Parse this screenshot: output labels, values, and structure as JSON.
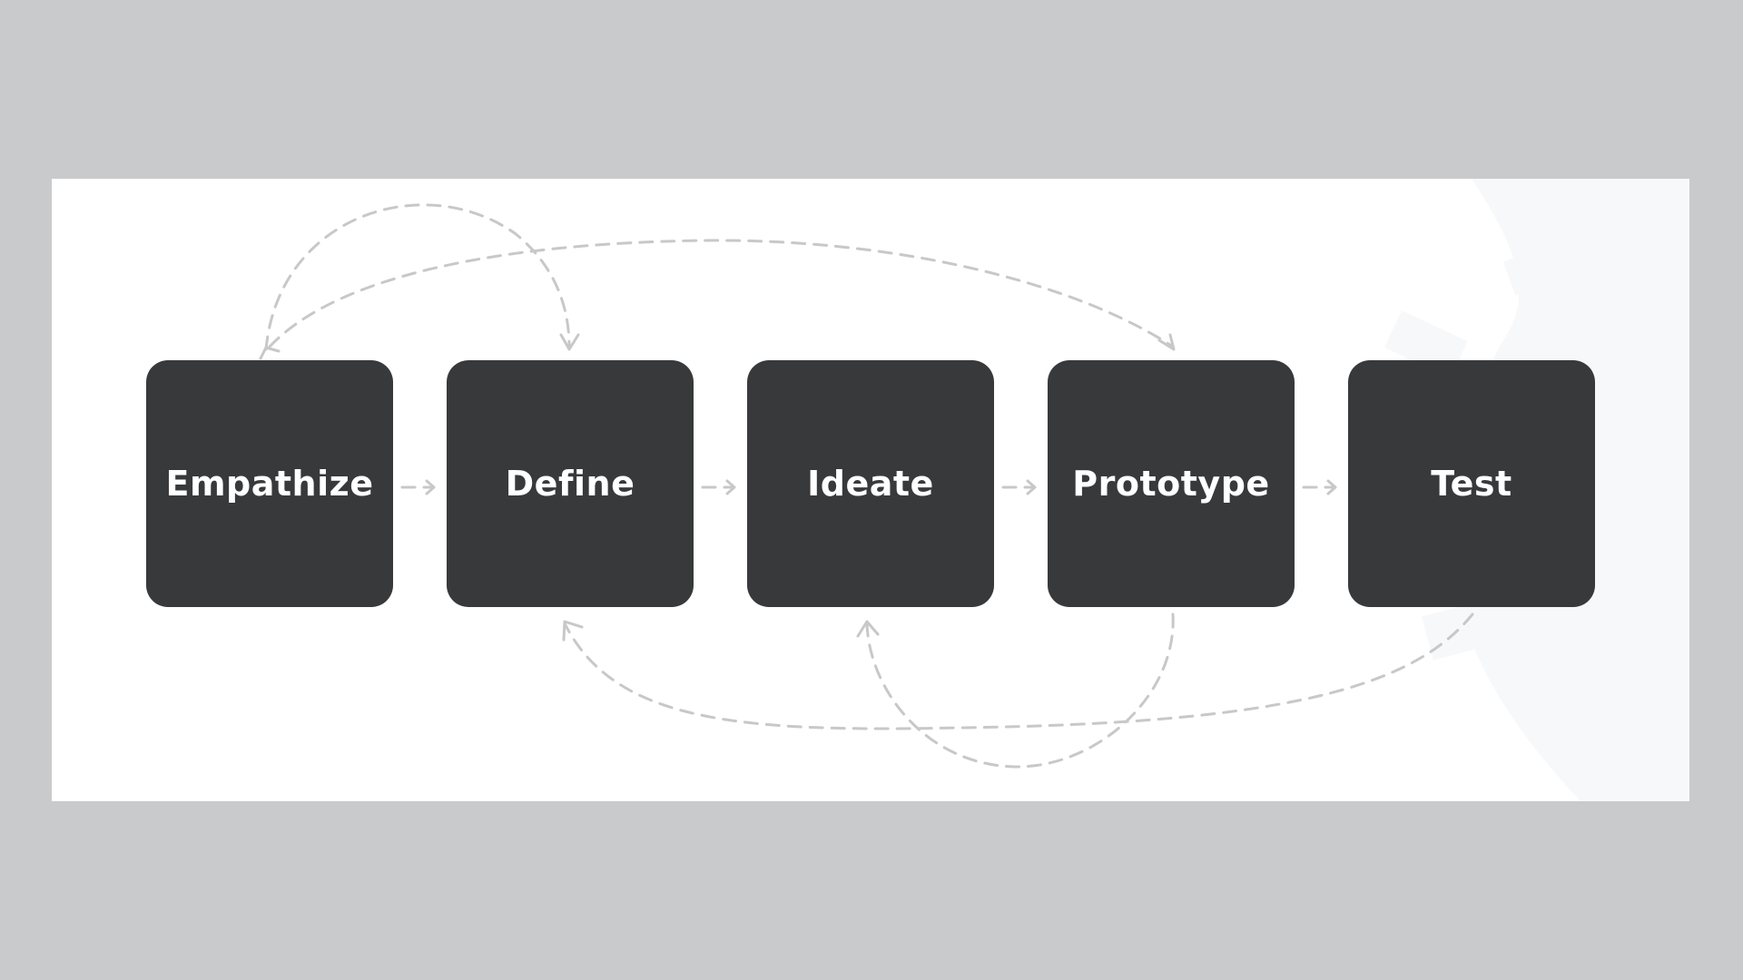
{
  "stages": [
    {
      "label": "Empathize"
    },
    {
      "label": "Define"
    },
    {
      "label": "Ideate"
    },
    {
      "label": "Prototype"
    },
    {
      "label": "Test"
    }
  ],
  "colors": {
    "background": "#c9cacc",
    "panel": "#ffffff",
    "box": "#38393b",
    "box_text": "#ffffff",
    "arrow": "#c8c8c8",
    "watermark": "#f1f3f6"
  },
  "connections": [
    {
      "from": "Empathize",
      "to": "Define",
      "style": "dashed-straight"
    },
    {
      "from": "Define",
      "to": "Ideate",
      "style": "dashed-straight"
    },
    {
      "from": "Ideate",
      "to": "Prototype",
      "style": "dashed-straight"
    },
    {
      "from": "Prototype",
      "to": "Test",
      "style": "dashed-straight"
    },
    {
      "from": "Empathize",
      "to": "Define",
      "style": "dashed-loop-top"
    },
    {
      "from": "Empathize",
      "to": "Prototype",
      "style": "dashed-loop-top"
    },
    {
      "from": "Test",
      "to": "Define",
      "style": "dashed-loop-bottom"
    },
    {
      "from": "Prototype",
      "to": "Ideate",
      "style": "dashed-loop-bottom"
    }
  ]
}
